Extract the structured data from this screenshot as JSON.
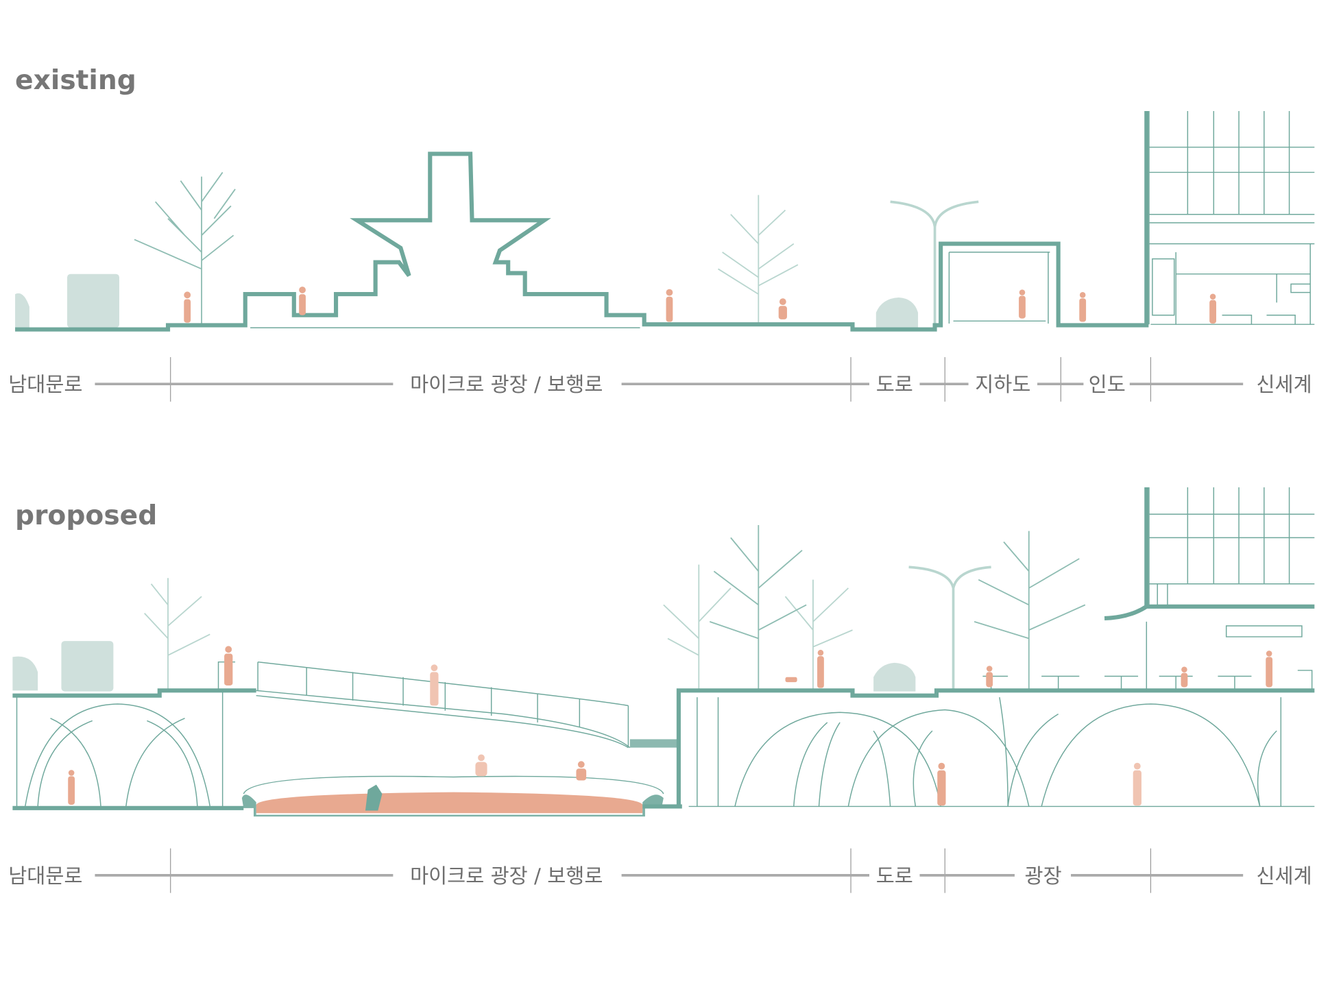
{
  "sections": [
    {
      "title": "existing",
      "zones": [
        "남대문로",
        "마이크로 광장 / 보행로",
        "도로",
        "지하도",
        "인도",
        "신세계"
      ]
    },
    {
      "title": "proposed",
      "zones": [
        "남대문로",
        "마이크로 광장 / 보행로",
        "도로",
        "광장",
        "신세계"
      ]
    }
  ],
  "colors": {
    "structure": "#6fa89c",
    "people": "#e8a990",
    "pool": "#e8a990",
    "vegetation": "#8fbdb3",
    "text": "#777777"
  }
}
